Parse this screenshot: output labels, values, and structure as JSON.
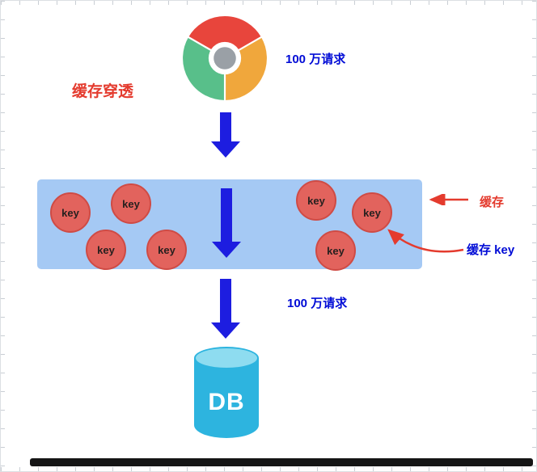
{
  "diagram": {
    "title": "缓存穿透",
    "top_request_label": "100 万请求",
    "bottom_request_label": "100 万请求",
    "cache_layer_label": "缓存",
    "cache_key_label": "缓存 key",
    "key_label": "key",
    "key_count": 7,
    "db_label": "DB",
    "browser_icon": "chrome-icon",
    "database_icon": "database-cylinder-icon"
  },
  "colors": {
    "cache-fill": "#a5c9f4",
    "key-fill": "#e2635d",
    "key-border": "#cf4b45",
    "key-text": "#27201f",
    "arrow-blue": "#1d1de0",
    "text-blue": "#000bd6",
    "text-red": "#e43b2e",
    "arrow-red": "#e43b2e",
    "db-fill": "#2db4df",
    "db-top-fill": "#8edcf0",
    "tick-color": "#c9ced4"
  }
}
